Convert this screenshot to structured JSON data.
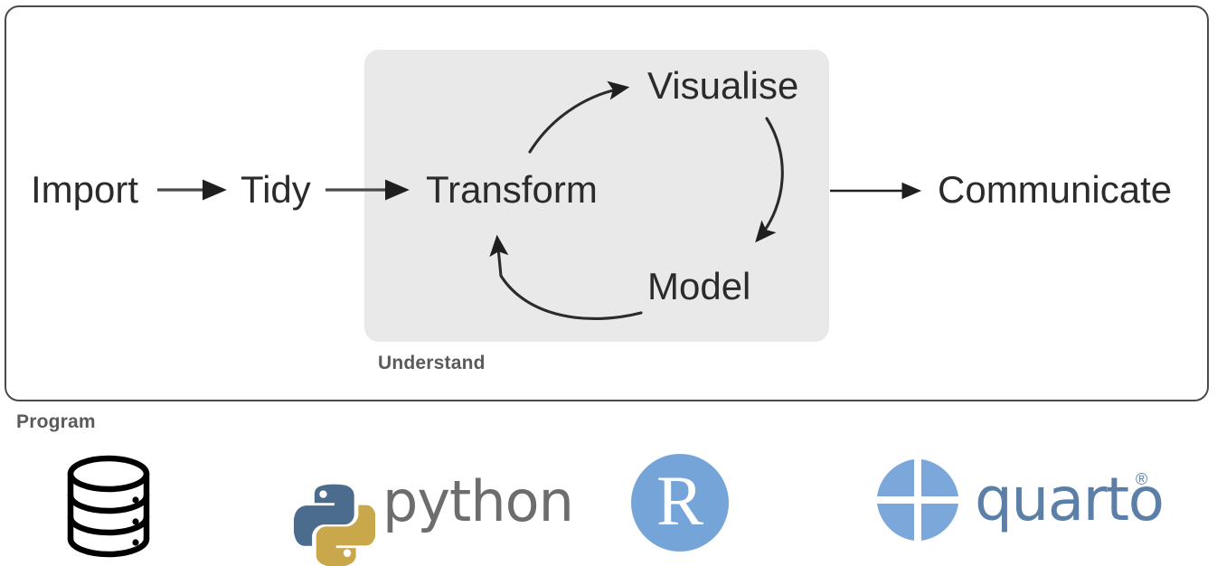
{
  "frame": {
    "label": "Program",
    "border_color": "#4a4a4a"
  },
  "understand": {
    "label": "Understand",
    "panel_color": "#e9e9e9"
  },
  "workflow": {
    "stages": [
      {
        "id": "import",
        "label": "Import"
      },
      {
        "id": "tidy",
        "label": "Tidy"
      },
      {
        "id": "transform",
        "label": "Transform"
      },
      {
        "id": "visualise",
        "label": "Visualise"
      },
      {
        "id": "model",
        "label": "Model"
      },
      {
        "id": "communicate",
        "label": "Communicate"
      }
    ],
    "arrows": [
      {
        "id": "import-to-tidy",
        "from": "Import",
        "to": "Tidy",
        "style": "straight"
      },
      {
        "id": "tidy-to-transform",
        "from": "Tidy",
        "to": "Transform",
        "style": "straight"
      },
      {
        "id": "transform-to-visualise",
        "from": "Transform",
        "to": "Visualise",
        "style": "curved"
      },
      {
        "id": "visualise-to-model",
        "from": "Visualise",
        "to": "Model",
        "style": "curved"
      },
      {
        "id": "model-to-transform",
        "from": "Model",
        "to": "Transform",
        "style": "curved"
      },
      {
        "id": "transform-to-communicate",
        "from": "Understand",
        "to": "Communicate",
        "style": "straight"
      }
    ],
    "text_color": "#2b2b2b",
    "arrow_color": "#4a4a4a"
  },
  "tools": {
    "items": [
      {
        "id": "database",
        "name": "database-logo",
        "label": ""
      },
      {
        "id": "python",
        "name": "python-logo",
        "label": "python"
      },
      {
        "id": "r",
        "name": "r-logo",
        "label": "R"
      },
      {
        "id": "quarto",
        "name": "quarto-logo",
        "label": "quarto",
        "trademark": "®"
      }
    ],
    "colors": {
      "python_blue": "#4B6C8C",
      "python_gold": "#C9A84C",
      "python_text": "#6d6d6d",
      "r_blue": "#75A4D8",
      "r_letter": "#ffffff",
      "quarto_mark": "#7BA7DB",
      "quarto_text": "#5c7fa8",
      "database_stroke": "#000000"
    }
  }
}
